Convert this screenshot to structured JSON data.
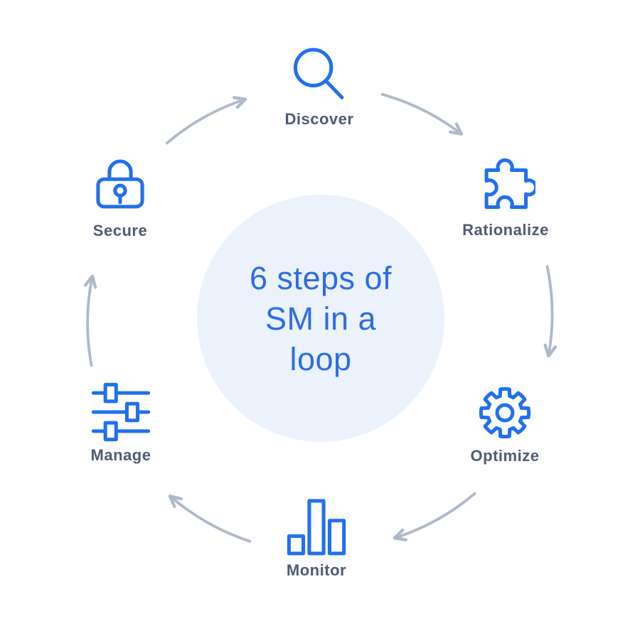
{
  "title": "6 steps of SM in a loop",
  "center": {
    "lines": [
      "6 steps of",
      "SM in a",
      "loop"
    ],
    "bg_color": "#ebf2fc",
    "text_color": "#2d6ce4"
  },
  "steps": [
    {
      "id": "discover",
      "label": "Discover",
      "icon": "magnifier-icon"
    },
    {
      "id": "rationalize",
      "label": "Rationalize",
      "icon": "puzzle-icon"
    },
    {
      "id": "optimize",
      "label": "Optimize",
      "icon": "gear-icon"
    },
    {
      "id": "monitor",
      "label": "Monitor",
      "icon": "bar-chart-icon"
    },
    {
      "id": "manage",
      "label": "Manage",
      "icon": "sliders-icon"
    },
    {
      "id": "secure",
      "label": "Secure",
      "icon": "lock-icon"
    }
  ],
  "loop": {
    "direction": "clockwise",
    "arrow_count": 6
  },
  "colors": {
    "icon_stroke": "#2170ee",
    "label_text": "#505c73",
    "arrow": "#aeb9ca",
    "background": "#ffffff"
  }
}
